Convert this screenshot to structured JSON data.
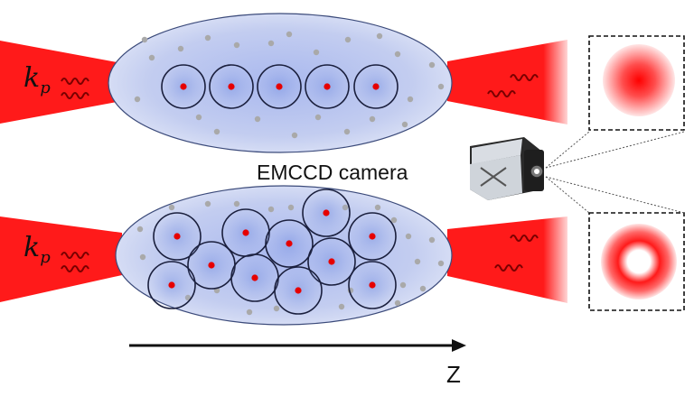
{
  "labels": {
    "beam_top": "k",
    "beam_top_sub": "p",
    "beam_bottom": "k",
    "beam_bottom_sub": "p",
    "camera": "EMCCD camera",
    "axis": "Z"
  },
  "colors": {
    "beam": "#ff1a1a",
    "cloud": "#c8d2f0",
    "dot": "#a9a9a9",
    "center_dot": "#e60000",
    "wave": "#7a0000"
  },
  "icons": [
    "camera-icon",
    "donut-profile-icon",
    "gaussian-profile-icon"
  ]
}
